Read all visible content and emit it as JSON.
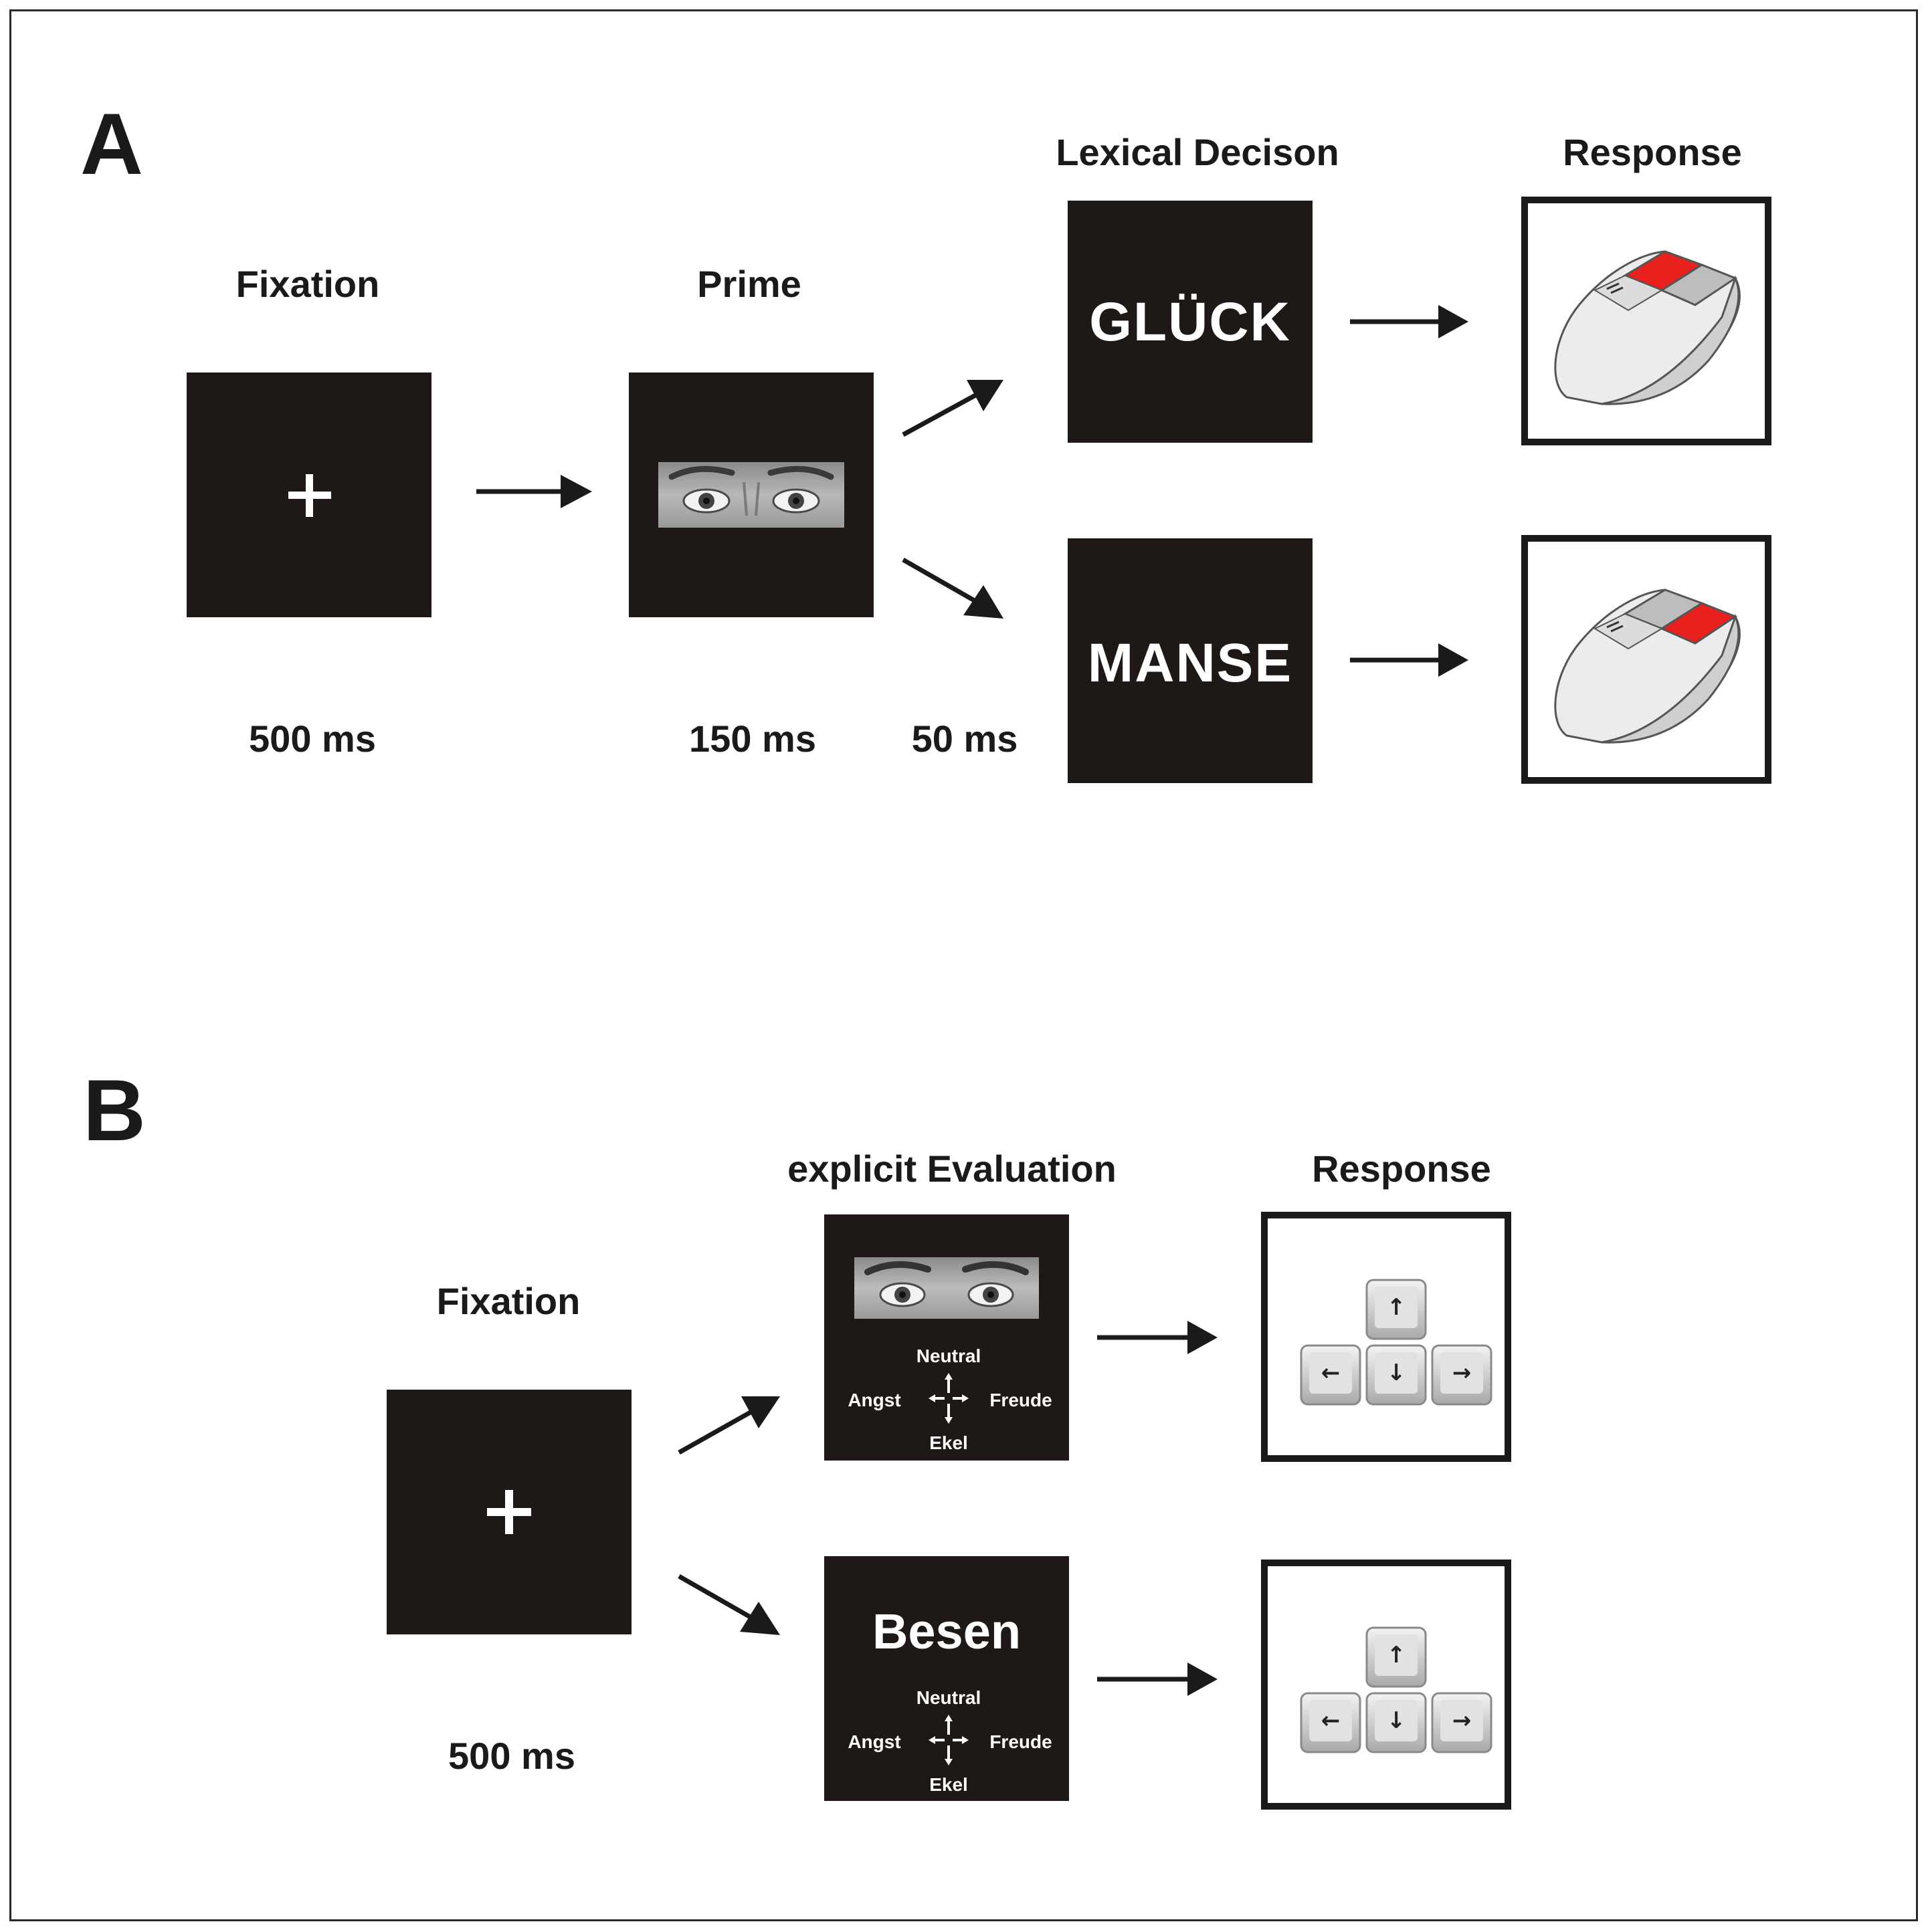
{
  "panel_a": {
    "letter": "A",
    "titles": {
      "fixation": "Fixation",
      "prime": "Prime",
      "lexical": "Lexical Decison",
      "response": "Response"
    },
    "fixation_symbol": "+",
    "words": {
      "top": "GLÜCK",
      "bottom": "MANSE"
    },
    "times": {
      "fixation": "500 ms",
      "prime": "150 ms",
      "isi": "50 ms"
    },
    "mouse_highlight_color": "#e8211f",
    "mouse_top_pressed": "left",
    "mouse_bottom_pressed": "right"
  },
  "panel_b": {
    "letter": "B",
    "titles": {
      "fixation": "Fixation",
      "evaluation": "explicit Evaluation",
      "response": "Response"
    },
    "fixation_symbol": "+",
    "word": "Besen",
    "options": {
      "up": "Neutral",
      "left": "Angst",
      "right": "Freude",
      "down": "Ekel"
    },
    "times": {
      "fixation": "500 ms"
    },
    "key_arrows": [
      "↑",
      "←",
      "↓",
      "→"
    ]
  },
  "colors": {
    "screen": "#1e1917",
    "ink": "#1a1a1a",
    "key": "#d4d4d4"
  }
}
